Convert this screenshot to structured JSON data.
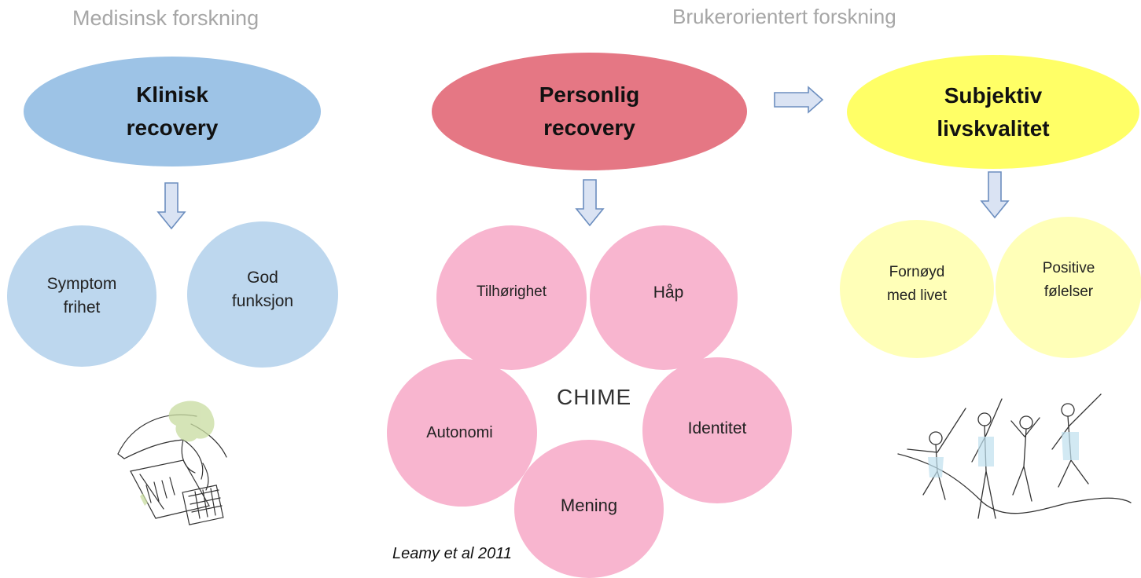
{
  "headers": {
    "medical": "Medisinsk forskning",
    "user_oriented": "Brukerorientert forskning"
  },
  "ovals": {
    "clinical": "Klinisk\nrecovery",
    "personal": "Personlig\nrecovery",
    "subjective": "Subjektiv\nlivskvalitet"
  },
  "clinical_circles": {
    "symptom": "Symptom\nfrihet",
    "function": "God\nfunksjon"
  },
  "chime": {
    "center": "CHIME",
    "connectedness": "Tilhørighet",
    "hope": "Håp",
    "identity": "Identitet",
    "meaning": "Mening",
    "empowerment": "Autonomi"
  },
  "quality_circles": {
    "satisfied": "Fornøyd\nmed livet",
    "positive": "Positive\nfølelser"
  },
  "citation": "Leamy et al 2011",
  "colors": {
    "clinical_oval": "#9dc3e6",
    "clinical_circle": "#bdd7ee",
    "personal_oval": "#e57784",
    "chime_circle": "#f8b5cf",
    "subjective_oval": "#ffff66",
    "quality_circle": "#ffffb8",
    "arrow_fill": "#dae3f3",
    "arrow_stroke": "#6c8ebf"
  }
}
